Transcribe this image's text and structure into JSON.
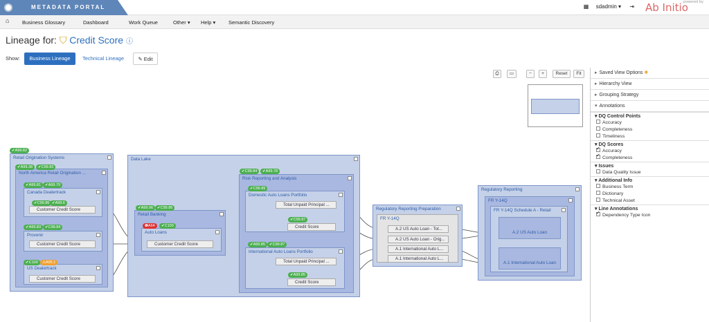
{
  "header_bar": {
    "brand": "METADATA PORTAL",
    "user": "sdadmin ▾",
    "logo": "Ab Initio",
    "logo_small": "powered by"
  },
  "nav": {
    "items": [
      "Business Glossary",
      "Dashboard",
      "Work Queue",
      "Other ▾",
      "Help ▾",
      "Semantic Discovery"
    ]
  },
  "page": {
    "lineage_for": "Lineage for:",
    "entity": "Credit Score",
    "show_label": "Show:",
    "tabs": [
      "Business Lineage",
      "Technical Lineage"
    ],
    "edit": "Edit"
  },
  "toolbar": {
    "reset": "Reset",
    "fit": "Fit"
  },
  "panel": {
    "collapsibles": [
      "Saved View Options",
      "Hierarchy View",
      "Grouping Strategy",
      "Annotations"
    ],
    "sections": [
      {
        "title": "DQ Control Points",
        "options": [
          {
            "label": "Accuracy",
            "checked": false
          },
          {
            "label": "Completeness",
            "checked": false
          },
          {
            "label": "Timeliness",
            "checked": false
          }
        ]
      },
      {
        "title": "DQ Scores",
        "options": [
          {
            "label": "Accuracy",
            "checked": true
          },
          {
            "label": "Completeness",
            "checked": true
          }
        ]
      },
      {
        "title": "Issues",
        "options": [
          {
            "label": "Data Quality Issue",
            "checked": false
          }
        ]
      },
      {
        "title": "Additional Info",
        "options": [
          {
            "label": "Business Term",
            "checked": false
          },
          {
            "label": "Dictionary",
            "checked": false
          },
          {
            "label": "Technical Asset",
            "checked": false
          }
        ]
      },
      {
        "title": "Line Annotations",
        "options": [
          {
            "label": "Dependency Type Icon",
            "checked": true
          }
        ]
      }
    ]
  },
  "groups": {
    "retail_origination": "Retail Origination Systems",
    "na_retail": "North America Retail Origination ...",
    "canada": "Canada Dealertrack",
    "provenir": "Provenir",
    "us_dealer": "US Dealertrack",
    "data_lake": "Data Lake",
    "retail_banking": "Retail Banking",
    "auto_loans": "Auto Loans",
    "risk": "Risk Reporting and Analysis",
    "domestic": "Domestic Auto Loans Portfolio",
    "international": "International Auto Loans Portfolio",
    "reg_prep": "Regulatory Reporting Preparation",
    "fry14q": "FR Y-14Q",
    "reg_reporting": "Regulatory Reporting",
    "fry14q2": "FR Y-14Q",
    "schedule": "FR Y-14Q Schedule A - Retail"
  },
  "nodes": {
    "ccs": "Customer Credit Score",
    "cs": "Credit Score",
    "tupb": "Total Unpaid Principal ...",
    "a2_tot": "A.2 US Auto Loan - Tot...",
    "a2_orig": "A.2 US Auto Loan - Orig...",
    "a1_intl": "A.1 International Auto L...",
    "a2_rep": "A.2 US Auto Loan",
    "a1_rep": "A.1 International Auto Loan"
  },
  "badges": {
    "a9982": "✔A99.82",
    "a9938": "✔A99.38",
    "c9983": "✔C99.83",
    "a9981": "✔A99.81",
    "a9979": "✔A99.79",
    "c9986": "✔C99.86",
    "a9965": "✔A99.6",
    "a9983": "✔A99.83",
    "c9984": "✔C99.84",
    "c100": "✔C100",
    "a951": "⚠A95.1",
    "a9906": "✔A99.06",
    "c9986b": "✔C99.86",
    "a64": "❶A64",
    "c100b": "✔C100",
    "c9984b": "✔C99.84",
    "a9978": "✔A99.78",
    "c9989": "✔C99.89",
    "c9987": "✔C99.87",
    "a9985": "✔A99.85",
    "c9987b": "✔C99.87",
    "a9985b": "✔A99.85"
  }
}
